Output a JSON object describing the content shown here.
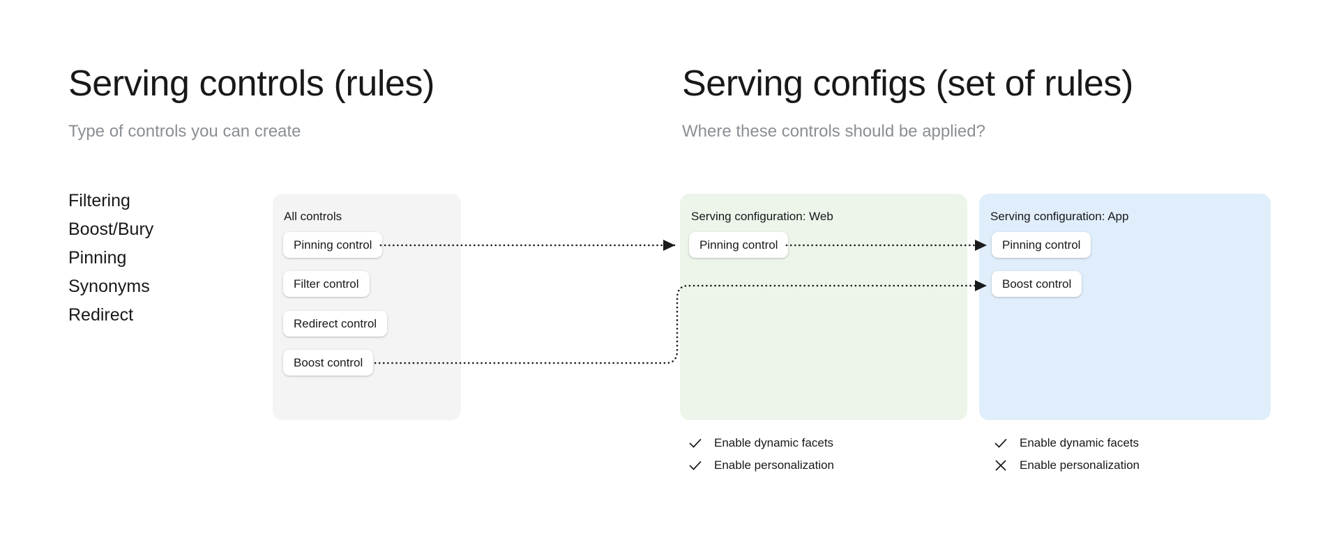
{
  "left_column": {
    "heading": "Serving controls (rules)",
    "subheading": "Type of controls you can create",
    "control_types": [
      "Filtering",
      "Boost/Bury",
      "Pinning",
      "Synonyms",
      "Redirect"
    ]
  },
  "right_column": {
    "heading": "Serving configs (set of rules)",
    "subheading": "Where these controls should be applied?"
  },
  "panels": {
    "all_controls": {
      "title": "All controls",
      "background": "#f4f4f4",
      "chips": [
        "Pinning control",
        "Filter control",
        "Redirect control",
        "Boost control"
      ]
    },
    "web": {
      "title": "Serving configuration: Web",
      "background": "#edf5ea",
      "chips": [
        "Pinning control"
      ],
      "options": [
        {
          "icon": "check-icon",
          "label": "Enable dynamic facets"
        },
        {
          "icon": "check-icon",
          "label": "Enable personalization"
        }
      ]
    },
    "app": {
      "title": "Serving configuration: App",
      "background": "#e0eefb",
      "chips": [
        "Pinning control",
        "Boost control"
      ],
      "options": [
        {
          "icon": "check-icon",
          "label": "Enable dynamic facets"
        },
        {
          "icon": "cross-icon",
          "label": "Enable personalization"
        }
      ]
    }
  },
  "connectors": [
    {
      "name": "pinning-all-to-web",
      "from": "all-controls.pinning-control",
      "to": "web.pinning-control",
      "style": "dotted-arrow"
    },
    {
      "name": "pinning-web-to-app",
      "from": "web.pinning-control",
      "to": "app.pinning-control",
      "style": "dotted-arrow"
    },
    {
      "name": "boost-all-to-app",
      "from": "all-controls.boost-control",
      "to": "app.boost-control",
      "style": "dotted-arrow-elbow"
    }
  ],
  "colors": {
    "text": "#17181a",
    "muted_text": "#8a8f94",
    "panel_neutral": "#f4f4f4",
    "panel_green": "#edf5ea",
    "panel_blue": "#e0eefb",
    "connector": "#1b1b1b"
  }
}
